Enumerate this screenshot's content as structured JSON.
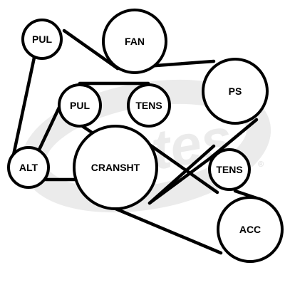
{
  "diagram": {
    "watermark_text": "Gates",
    "registered_mark": "®",
    "pulleys": [
      {
        "id": "pul-top",
        "label": "PUL"
      },
      {
        "id": "fan",
        "label": "FAN"
      },
      {
        "id": "ps",
        "label": "PS"
      },
      {
        "id": "pul-mid",
        "label": "PUL"
      },
      {
        "id": "tens-top",
        "label": "TENS"
      },
      {
        "id": "alt",
        "label": "ALT"
      },
      {
        "id": "cranksht",
        "label": "CRANSHT"
      },
      {
        "id": "tens-bottom",
        "label": "TENS"
      },
      {
        "id": "acc",
        "label": "ACC"
      }
    ]
  }
}
